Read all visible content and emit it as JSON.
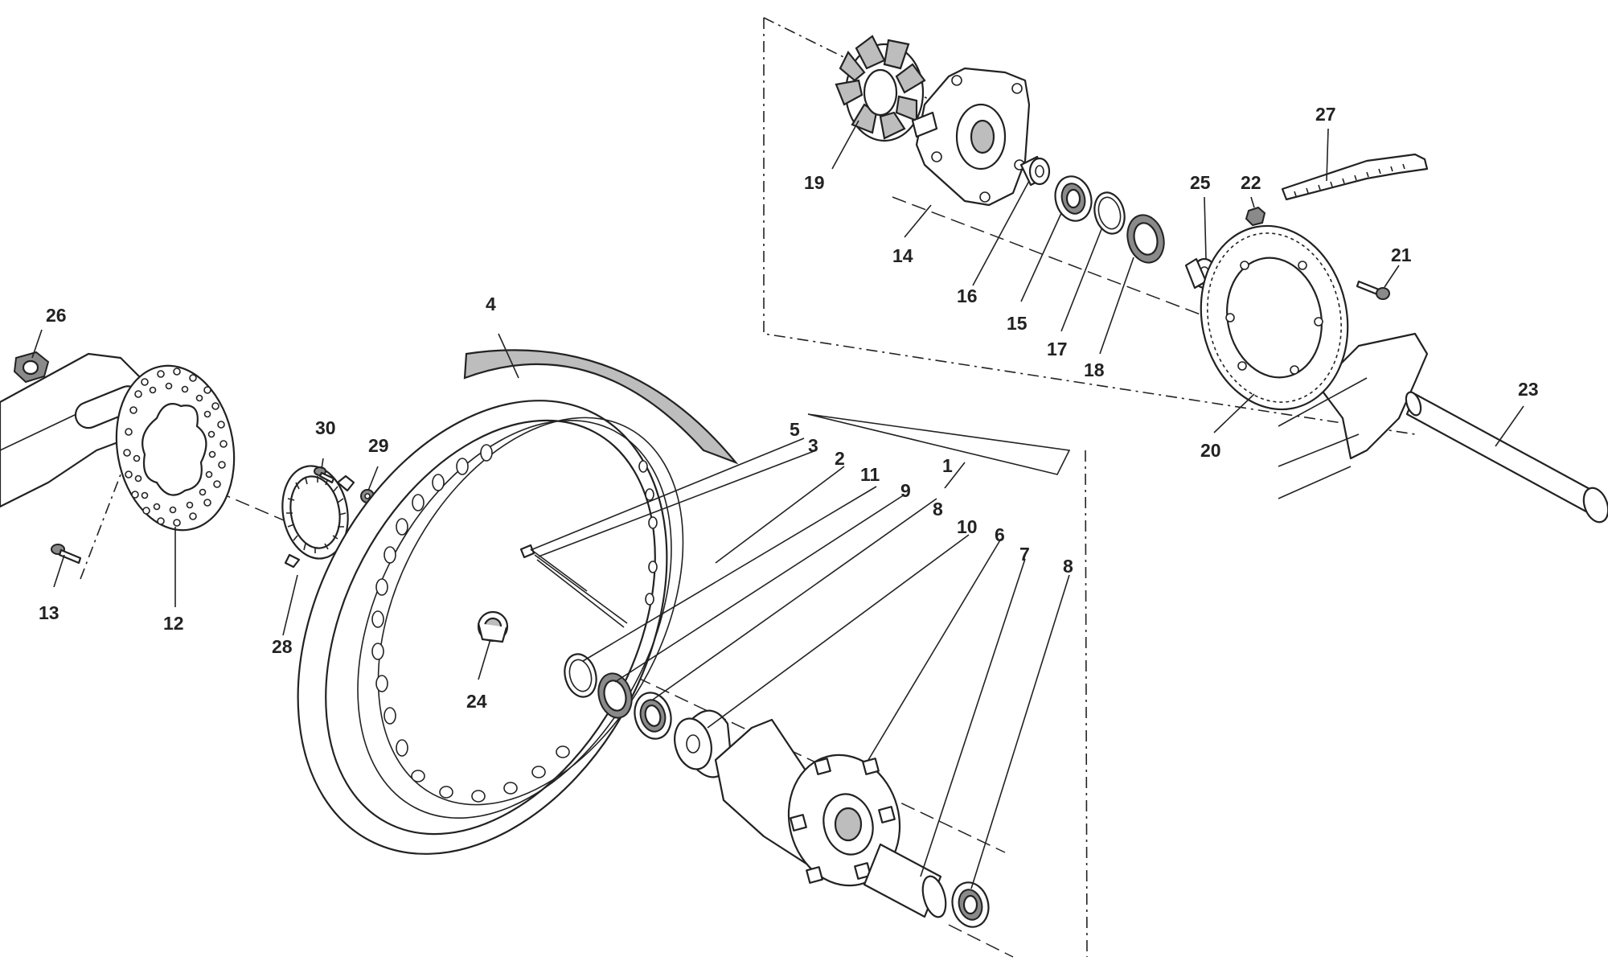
{
  "parts": [
    {
      "id": "p1",
      "number": "1"
    },
    {
      "id": "p2",
      "number": "2"
    },
    {
      "id": "p3",
      "number": "3"
    },
    {
      "id": "p4",
      "number": "4"
    },
    {
      "id": "p5",
      "number": "5"
    },
    {
      "id": "p6",
      "number": "6"
    },
    {
      "id": "p7",
      "number": "7"
    },
    {
      "id": "p8a",
      "number": "8"
    },
    {
      "id": "p8b",
      "number": "8"
    },
    {
      "id": "p9",
      "number": "9"
    },
    {
      "id": "p10",
      "number": "10"
    },
    {
      "id": "p11",
      "number": "11"
    },
    {
      "id": "p12",
      "number": "12"
    },
    {
      "id": "p13",
      "number": "13"
    },
    {
      "id": "p14",
      "number": "14"
    },
    {
      "id": "p15",
      "number": "15"
    },
    {
      "id": "p16",
      "number": "16"
    },
    {
      "id": "p17",
      "number": "17"
    },
    {
      "id": "p18",
      "number": "18"
    },
    {
      "id": "p19",
      "number": "19"
    },
    {
      "id": "p20",
      "number": "20"
    },
    {
      "id": "p21",
      "number": "21"
    },
    {
      "id": "p22",
      "number": "22"
    },
    {
      "id": "p23",
      "number": "23"
    },
    {
      "id": "p24",
      "number": "24"
    },
    {
      "id": "p25",
      "number": "25"
    },
    {
      "id": "p26",
      "number": "26"
    },
    {
      "id": "p27",
      "number": "27"
    },
    {
      "id": "p28",
      "number": "28"
    },
    {
      "id": "p29",
      "number": "29"
    },
    {
      "id": "p30",
      "number": "30"
    }
  ]
}
